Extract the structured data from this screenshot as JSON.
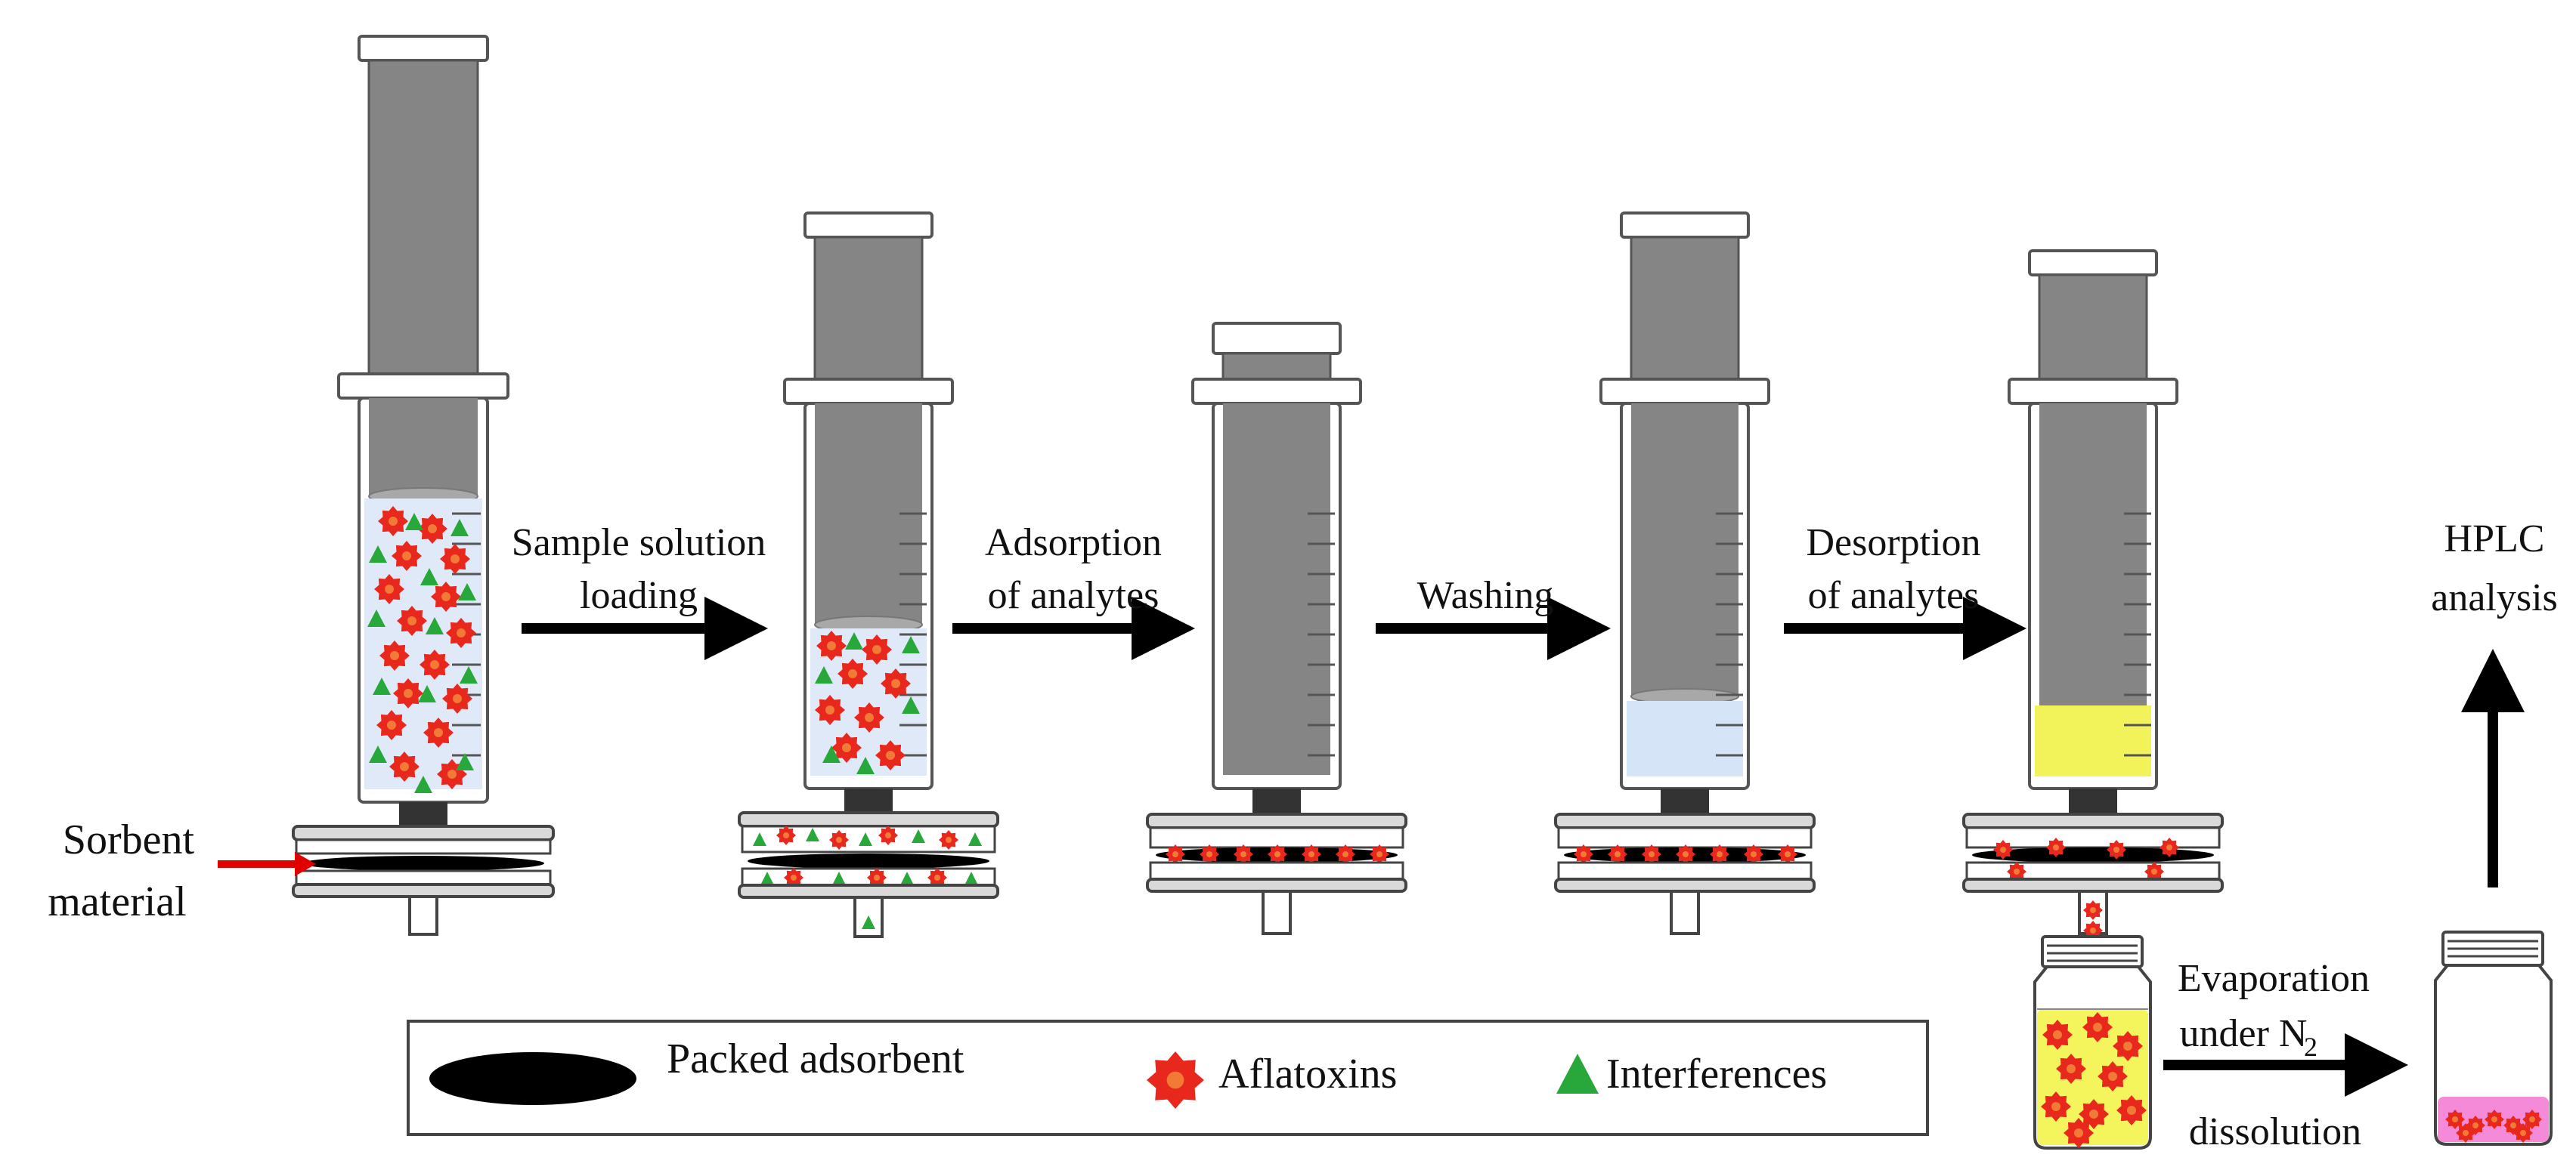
{
  "steps": {
    "sample_loading": [
      "Sample solution",
      "loading"
    ],
    "adsorption": [
      "Adsorption",
      "of analytes"
    ],
    "washing": [
      "Washing"
    ],
    "desorption": [
      "Desorption",
      "of analytes"
    ],
    "hplc": [
      "HPLC",
      "analysis"
    ],
    "evaporation": [
      "Evaporation",
      "under N"
    ],
    "evaporation_sub": "2",
    "dissolution": "dissolution"
  },
  "sorbent": [
    "Sorbent",
    "material"
  ],
  "legend": {
    "packed": "Packed adsorbent",
    "aflatoxins": "Aflatoxins",
    "interferences": "Interferences"
  },
  "colors": {
    "barrel_fill": "#ffffff",
    "plunger": "#858585",
    "sample_solution": "#dfe9f7",
    "wash_solution": "#d5e5f7",
    "eluent": "#f2f25a",
    "vial_liquid": "#f4f45c",
    "redissolved": "#f58ad8",
    "aflatoxin": "#e8281d",
    "interference": "#28a83a",
    "sorbent": "#000000",
    "pointer_arrow": "#e00000"
  },
  "icons": [
    "syringe",
    "syringe-filter",
    "vial",
    "right-arrow",
    "up-arrow",
    "red-pointer-arrow",
    "star-burst",
    "triangle",
    "ellipse"
  ]
}
